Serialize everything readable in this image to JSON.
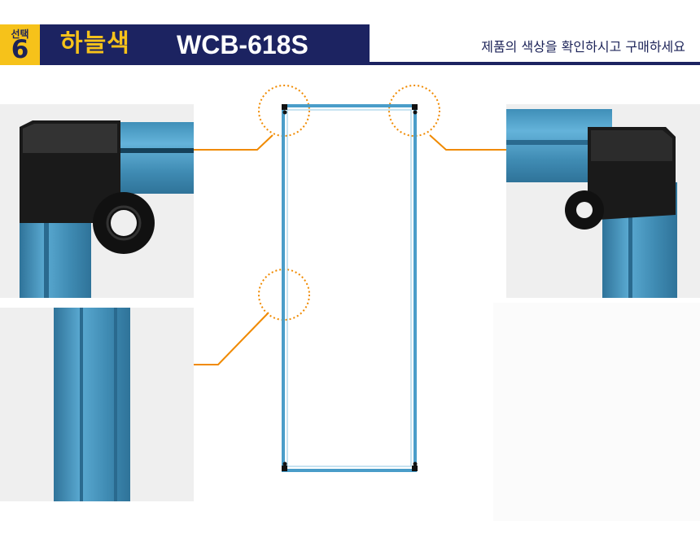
{
  "header": {
    "option_small": "선택",
    "option_number": "6",
    "color_name": "하늘색",
    "model": "WCB-618S",
    "notice": "제품의 색상을 확인하시고 구매하세요"
  },
  "colors": {
    "navy": "#1c2361",
    "yellow": "#f6c21a",
    "frame_blue": "#4a9dc9",
    "callout_orange": "#f08a00"
  },
  "images": [
    {
      "name": "top-left-corner-detail",
      "description": "black corner cap on sky-blue frame"
    },
    {
      "name": "top-right-corner-detail",
      "description": "black corner cap on sky-blue frame"
    },
    {
      "name": "side-profile-detail",
      "description": "sky-blue aluminium profile"
    },
    {
      "name": "whiteboard-frame-diagram",
      "description": "full frame outline"
    }
  ]
}
